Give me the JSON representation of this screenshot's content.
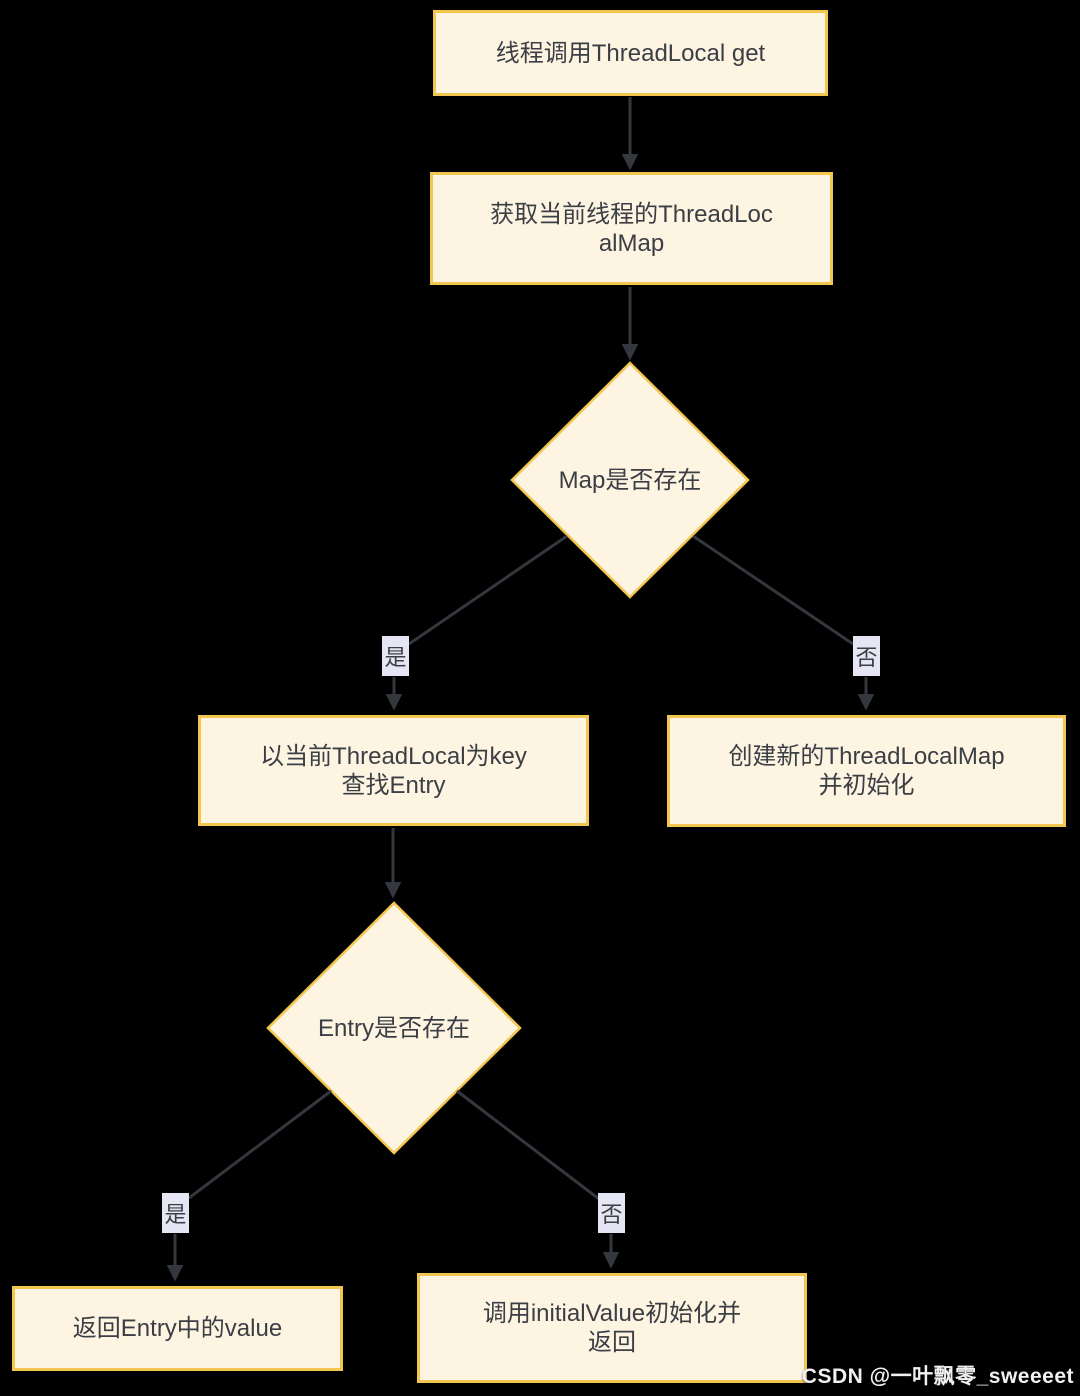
{
  "flowchart": {
    "nodes": {
      "start": "线程调用ThreadLocal get",
      "get_map": "获取当前线程的ThreadLoc\nalMap",
      "map_exists": "Map是否存在",
      "find_entry": "以当前ThreadLocal为key\n查找Entry",
      "create_map": "创建新的ThreadLocalMap\n并初始化",
      "entry_exists": "Entry是否存在",
      "return_value": "返回Entry中的value",
      "call_initial_value": "调用initialValue初始化并\n返回"
    },
    "edge_labels": {
      "map_yes": "是",
      "map_no": "否",
      "entry_yes": "是",
      "entry_no": "否"
    },
    "colors": {
      "node_fill": "#fdf5e2",
      "node_border": "#f3c64f",
      "edge": "#34373d",
      "text": "#3b3e45",
      "label_bg": "#e5e5f4"
    }
  },
  "watermark": "CSDN @一叶飘零_sweeeet"
}
